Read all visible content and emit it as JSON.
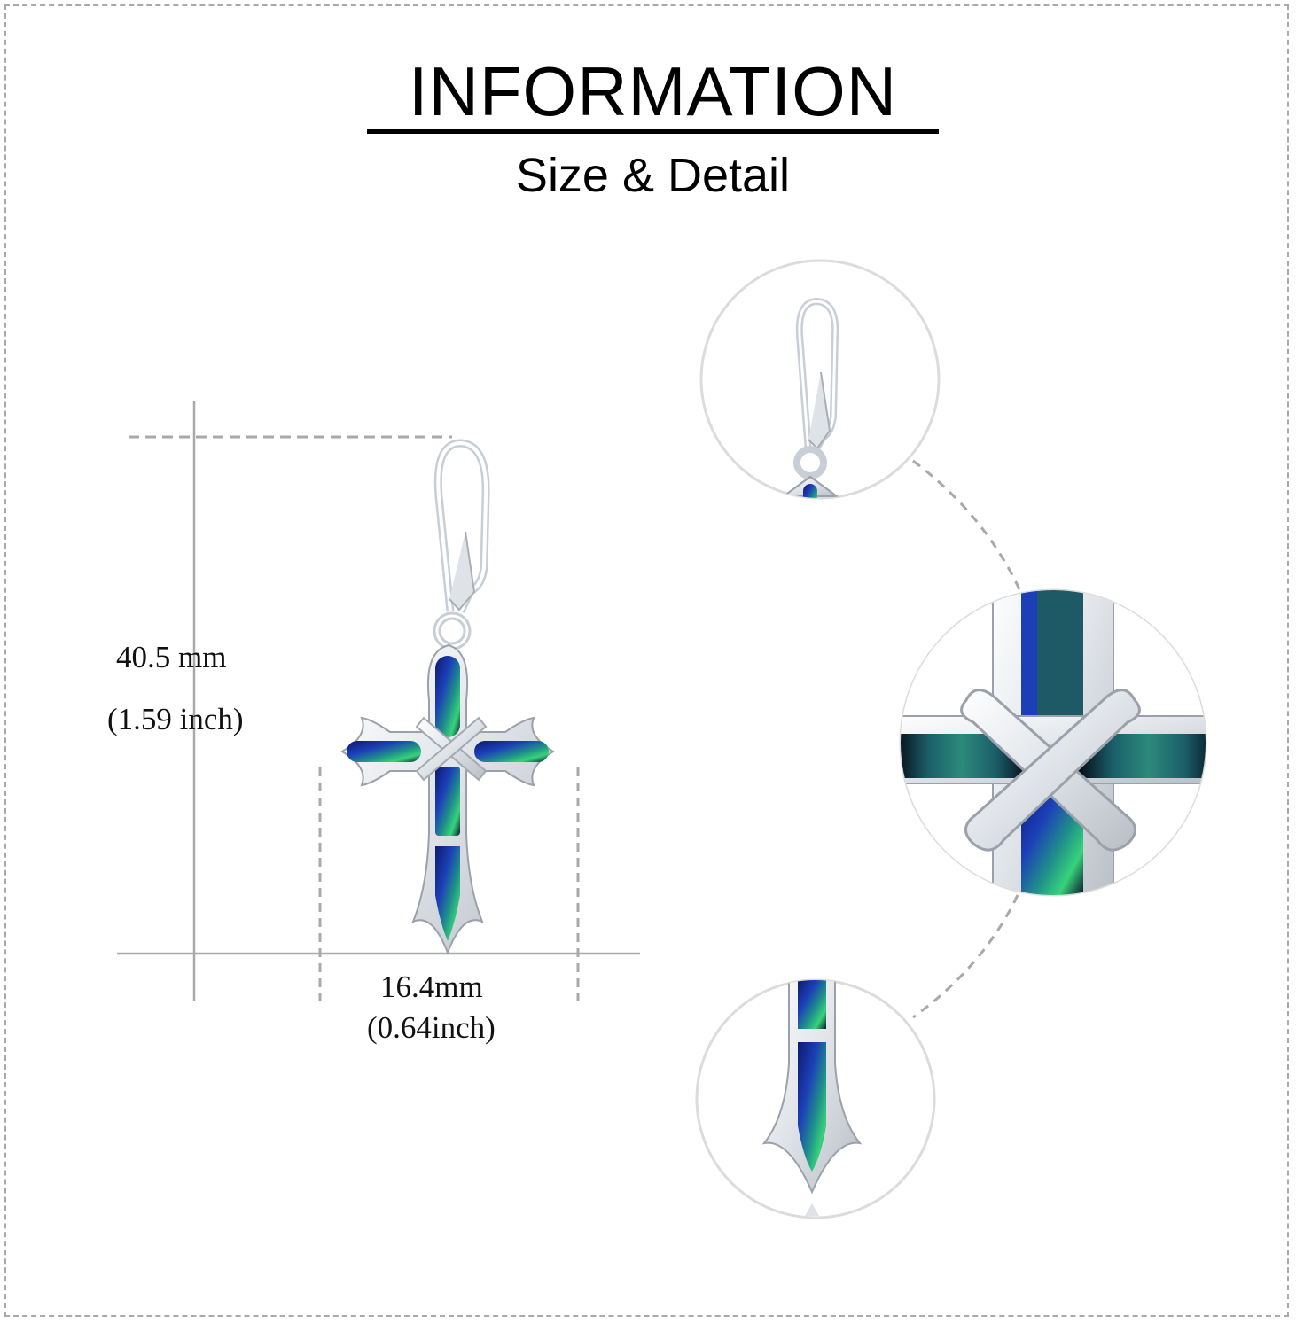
{
  "header": {
    "title": "INFORMATION",
    "subtitle": "Size & Detail"
  },
  "dimensions": {
    "height_mm": "40.5 mm",
    "height_inch": "(1.59 inch)",
    "width_mm": "16.4mm",
    "width_inch": "(0.64inch)"
  },
  "colors": {
    "silver": "#e9ecef",
    "abalone_blue": "#1c3fb8",
    "abalone_teal": "#1f8f8a",
    "abalone_green": "#37d37a",
    "guide_gray": "#a9a9a9"
  }
}
